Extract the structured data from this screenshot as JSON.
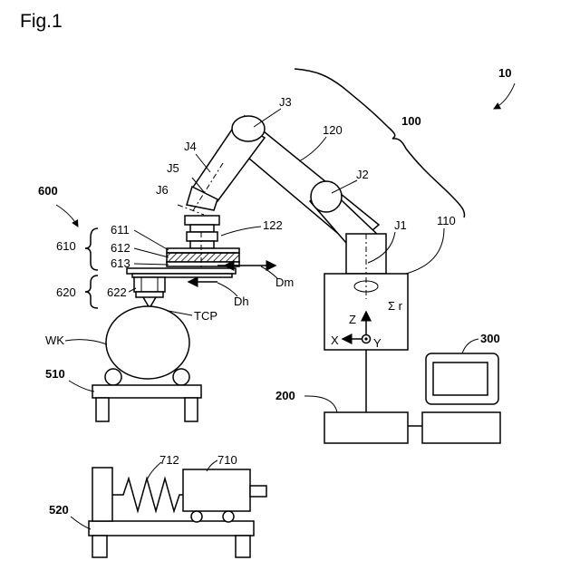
{
  "figure": {
    "title": "Fig.1"
  },
  "labels": {
    "robot_system": "10",
    "robot": "100",
    "arm": "120",
    "base": "110",
    "flange": "122",
    "joint1": "J1",
    "joint2": "J2",
    "joint3": "J3",
    "joint4": "J4",
    "joint5": "J5",
    "joint6": "J6",
    "end_effector": "600",
    "sensor_unit": "610",
    "part611": "611",
    "part612": "612",
    "part613": "613",
    "tool_unit": "620",
    "part622": "622",
    "dir_m": "Dm",
    "dir_h": "Dh",
    "tcp": "TCP",
    "workpiece": "WK",
    "table1": "510",
    "table2": "520",
    "motor": "710",
    "spring": "712",
    "controller": "200",
    "pc": "300",
    "axis_z": "Z",
    "axis_x": "X",
    "axis_y": "Y",
    "sigma_r": "Σ r"
  }
}
